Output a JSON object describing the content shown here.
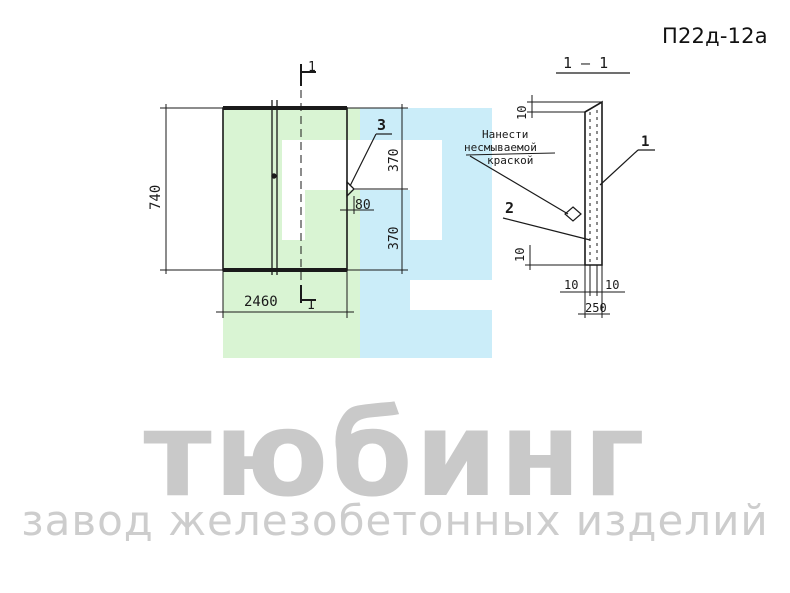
{
  "product_code": "П22д-12а",
  "drawing": {
    "section_mark": "1",
    "section_title": "1 — 1",
    "dim_height": "740",
    "dim_width": "2460",
    "dim_upper": "370",
    "dim_lower": "370",
    "dim_offset": "80",
    "callout_3": "3",
    "callout_1": "1",
    "callout_2": "2",
    "note_line1": "Нанести",
    "note_line2": "несмываемой",
    "note_line3": "краской",
    "dim_top_10": "10",
    "dim_bottom_10": "10",
    "dim_left_10": "10",
    "dim_right_10": "10",
    "dim_thickness": "250"
  },
  "watermark": {
    "brand": "тюбинг",
    "tagline": "завод железобетонных изделий",
    "colors": {
      "green": "#d8f3d2",
      "blue": "#c9ecf9",
      "text": "#c9c9c9"
    }
  }
}
